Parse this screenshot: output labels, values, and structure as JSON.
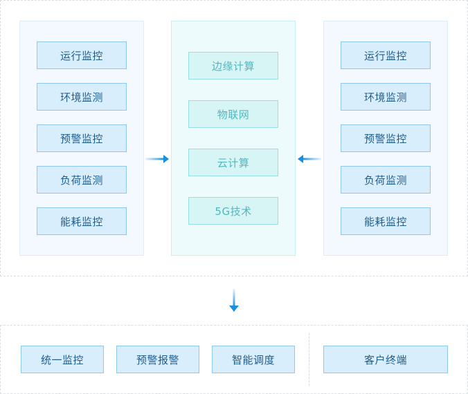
{
  "left_column": [
    "运行监控",
    "环境监测",
    "预警监控",
    "负荷监测",
    "能耗监控"
  ],
  "middle_column": [
    "边缘计算",
    "物联网",
    "云计算",
    "5G技术"
  ],
  "right_column": [
    "运行监控",
    "环境监测",
    "预警监控",
    "负荷监测",
    "能耗监控"
  ],
  "bottom_row": [
    "统一监控",
    "预警报警",
    "智能调度"
  ],
  "bottom_right": "客户终端",
  "colors": {
    "box_fill": "#d9eefc",
    "box_border": "#8ec8ef",
    "box_text": "#1f5d8c",
    "tech_fill": "#d8f5f6",
    "tech_text": "#4fb8bf",
    "arrow": "#1a8fdd"
  }
}
